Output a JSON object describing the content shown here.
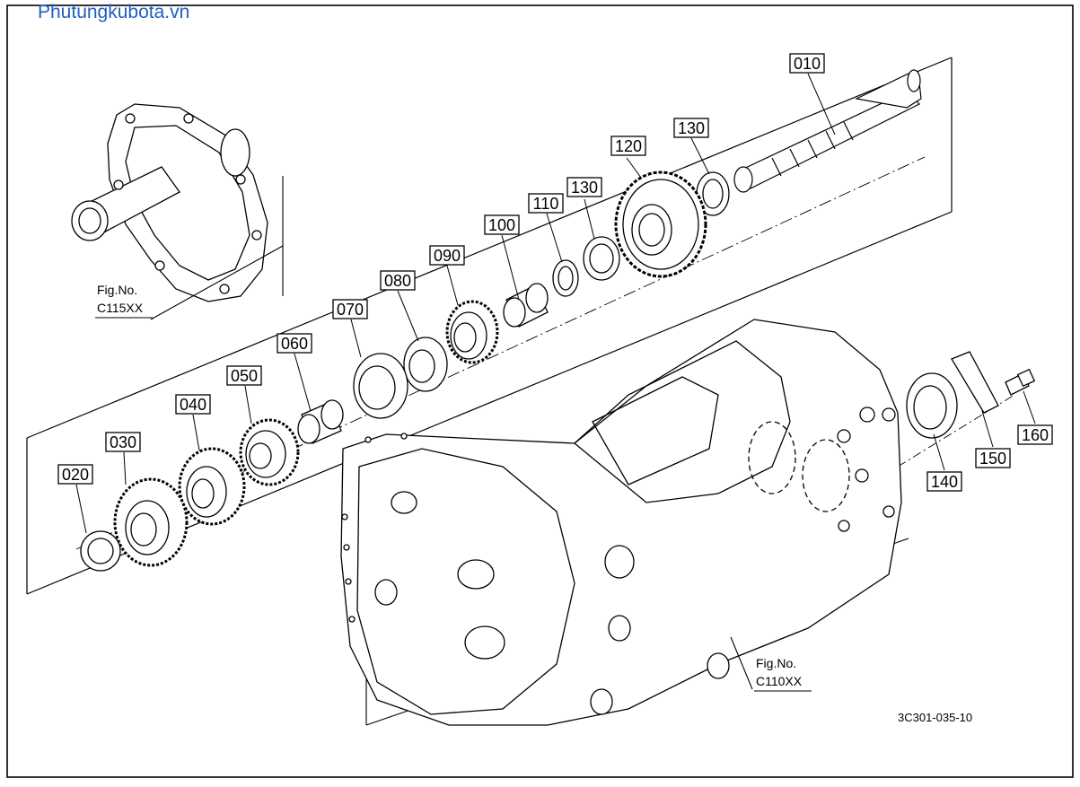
{
  "watermark": "Phutungkubota.vn",
  "drawing_code": "3C301-035-10",
  "callouts": [
    "010",
    "020",
    "030",
    "040",
    "050",
    "060",
    "070",
    "080",
    "090",
    "100",
    "110",
    "120",
    "130",
    "130",
    "140",
    "150",
    "160"
  ],
  "fig_refs": [
    {
      "title": "Fig.No.",
      "code": "C115XX"
    },
    {
      "title": "Fig.No.",
      "code": "C110XX"
    }
  ]
}
